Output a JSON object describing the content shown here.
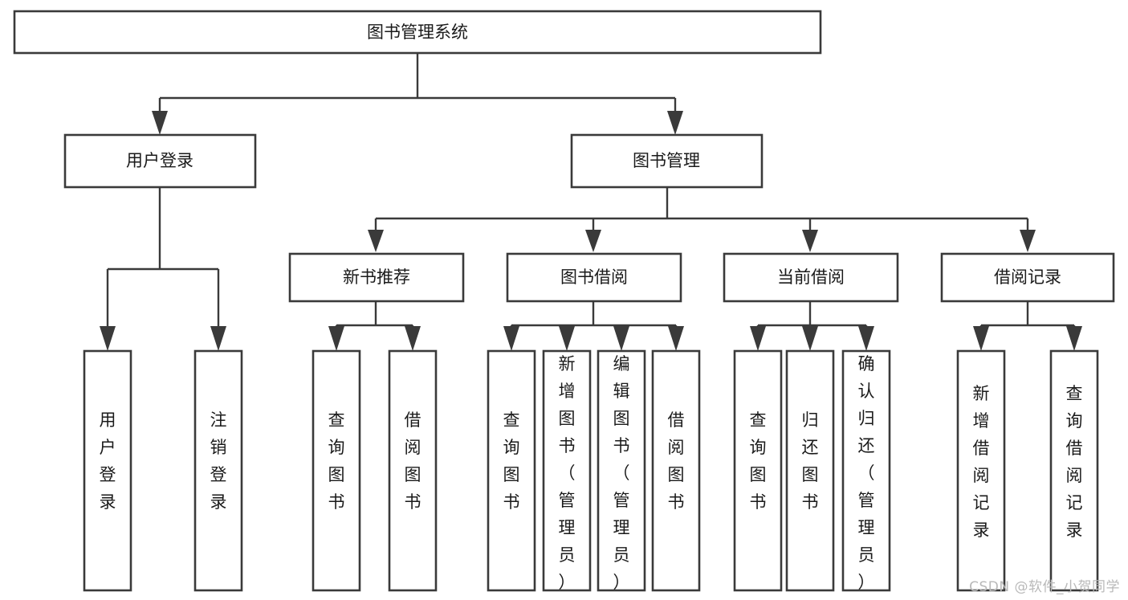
{
  "diagram": {
    "type": "tree",
    "title": "图书管理系统",
    "levels": {
      "root": {
        "label": "图书管理系统"
      },
      "level2": [
        {
          "id": "user-login",
          "label": "用户登录"
        },
        {
          "id": "book-management",
          "label": "图书管理"
        }
      ],
      "level3": [
        {
          "id": "new-book-recommend",
          "label": "新书推荐"
        },
        {
          "id": "book-borrow",
          "label": "图书借阅"
        },
        {
          "id": "current-borrow",
          "label": "当前借阅"
        },
        {
          "id": "borrow-record",
          "label": "借阅记录"
        }
      ],
      "leaves": {
        "user-login": [
          {
            "id": "leaf-user-login",
            "label": "用户登录"
          },
          {
            "id": "leaf-logout-login",
            "label": "注销登录"
          }
        ],
        "new-book-recommend": [
          {
            "id": "leaf-query-book-1",
            "label": "查询图书"
          },
          {
            "id": "leaf-borrow-book-1",
            "label": "借阅图书"
          }
        ],
        "book-borrow": [
          {
            "id": "leaf-query-book-2",
            "label": "查询图书"
          },
          {
            "id": "leaf-add-book",
            "label": "新增图书（管理员）"
          },
          {
            "id": "leaf-edit-book",
            "label": "编辑图书（管理员）"
          },
          {
            "id": "leaf-borrow-book-2",
            "label": "借阅图书"
          }
        ],
        "current-borrow": [
          {
            "id": "leaf-query-book-3",
            "label": "查询图书"
          },
          {
            "id": "leaf-return-book",
            "label": "归还图书"
          },
          {
            "id": "leaf-confirm-return",
            "label": "确认归还（管理员）"
          }
        ],
        "borrow-record": [
          {
            "id": "leaf-add-record",
            "label": "新增借阅记录"
          },
          {
            "id": "leaf-query-record",
            "label": "查询借阅记录"
          }
        ]
      }
    },
    "colors": {
      "box_stroke": "#3a3a3a",
      "box_fill": "#ffffff",
      "text": "#1a1a1a",
      "connector": "#3a3a3a",
      "watermark": "#b9b9b9",
      "background": "#ffffff"
    }
  },
  "watermark": {
    "text": "CSDN @软件_小贺同学"
  }
}
